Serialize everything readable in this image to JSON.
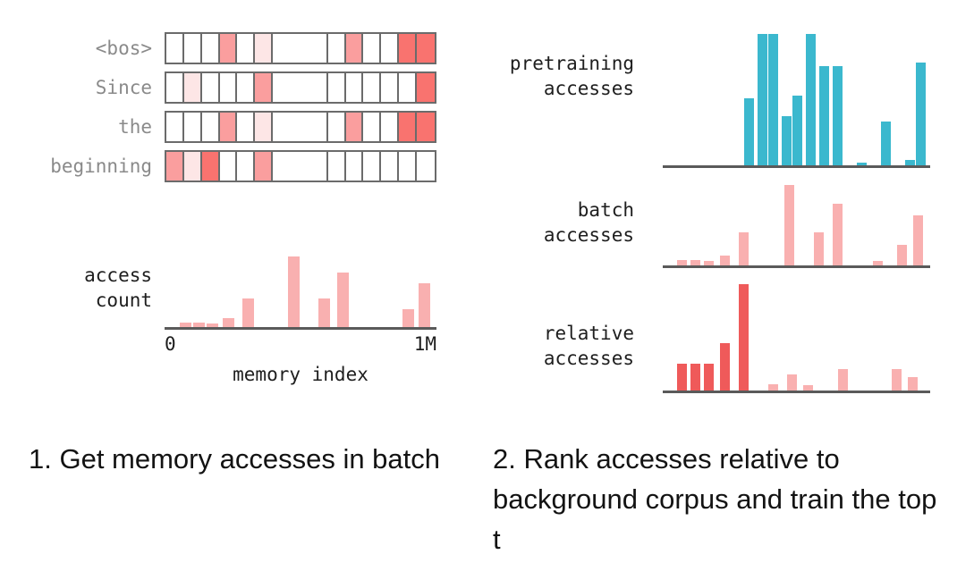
{
  "colors": {
    "cell_border": "#6b6b6b",
    "cell_empty": "#ffffff",
    "pink_light": "#fde6e6",
    "pink_mid": "#fa9e9e",
    "pink_strong": "#f9736f",
    "bar_pink": "#f9b0b0",
    "bar_red": "#ef5a5a",
    "bar_teal": "#3bb8ce",
    "axis": "#5a5a5a",
    "token_label": "#8a8a8a",
    "text": "#1e1e1e",
    "caption": "#131313"
  },
  "left_panel": {
    "token_rows": [
      {
        "label": "<bos>",
        "cells": [
          {
            "w": 1,
            "shade": "empty"
          },
          {
            "w": 1,
            "shade": "empty"
          },
          {
            "w": 1,
            "shade": "empty"
          },
          {
            "w": 1,
            "shade": "mid"
          },
          {
            "w": 1,
            "shade": "empty"
          },
          {
            "w": 1,
            "shade": "light"
          },
          {
            "w": 3.1,
            "shade": "empty"
          },
          {
            "w": 1,
            "shade": "empty"
          },
          {
            "w": 1,
            "shade": "mid"
          },
          {
            "w": 1,
            "shade": "empty"
          },
          {
            "w": 1,
            "shade": "empty"
          },
          {
            "w": 1,
            "shade": "strong"
          },
          {
            "w": 1,
            "shade": "strong"
          }
        ]
      },
      {
        "label": "Since",
        "cells": [
          {
            "w": 1,
            "shade": "empty"
          },
          {
            "w": 1,
            "shade": "light"
          },
          {
            "w": 1,
            "shade": "empty"
          },
          {
            "w": 1,
            "shade": "empty"
          },
          {
            "w": 1,
            "shade": "empty"
          },
          {
            "w": 1,
            "shade": "mid"
          },
          {
            "w": 3.1,
            "shade": "empty"
          },
          {
            "w": 1,
            "shade": "empty"
          },
          {
            "w": 1,
            "shade": "empty"
          },
          {
            "w": 1,
            "shade": "empty"
          },
          {
            "w": 1,
            "shade": "empty"
          },
          {
            "w": 1,
            "shade": "empty"
          },
          {
            "w": 1,
            "shade": "strong"
          }
        ]
      },
      {
        "label": "the",
        "cells": [
          {
            "w": 1,
            "shade": "empty"
          },
          {
            "w": 1,
            "shade": "empty"
          },
          {
            "w": 1,
            "shade": "empty"
          },
          {
            "w": 1,
            "shade": "mid"
          },
          {
            "w": 1,
            "shade": "empty"
          },
          {
            "w": 1,
            "shade": "light"
          },
          {
            "w": 3.1,
            "shade": "empty"
          },
          {
            "w": 1,
            "shade": "empty"
          },
          {
            "w": 1,
            "shade": "mid"
          },
          {
            "w": 1,
            "shade": "empty"
          },
          {
            "w": 1,
            "shade": "empty"
          },
          {
            "w": 1,
            "shade": "strong"
          },
          {
            "w": 1,
            "shade": "strong"
          }
        ]
      },
      {
        "label": "beginning",
        "cells": [
          {
            "w": 1,
            "shade": "mid"
          },
          {
            "w": 1,
            "shade": "light"
          },
          {
            "w": 1,
            "shade": "strong"
          },
          {
            "w": 1,
            "shade": "empty"
          },
          {
            "w": 1,
            "shade": "empty"
          },
          {
            "w": 1,
            "shade": "mid"
          },
          {
            "w": 3.1,
            "shade": "empty"
          },
          {
            "w": 1,
            "shade": "empty"
          },
          {
            "w": 1,
            "shade": "empty"
          },
          {
            "w": 1,
            "shade": "empty"
          },
          {
            "w": 1,
            "shade": "empty"
          },
          {
            "w": 1,
            "shade": "empty"
          },
          {
            "w": 1,
            "shade": "empty"
          }
        ]
      }
    ],
    "access_count_label_line1": "access",
    "access_count_label_line2": "count",
    "tick_left": "0",
    "tick_right": "1M",
    "axis_title": "memory index"
  },
  "right_panel": {
    "charts": [
      {
        "label_line1": "pretraining",
        "label_line2": "accesses",
        "name": "pretraining-accesses"
      },
      {
        "label_line1": "batch",
        "label_line2": "accesses",
        "name": "batch-accesses"
      },
      {
        "label_line1": "relative",
        "label_line2": "accesses",
        "name": "relative-accesses"
      }
    ]
  },
  "captions": {
    "left": "1. Get memory accesses in batch",
    "right": "2. Rank accesses relative to background corpus and train the top t"
  },
  "chart_data": [
    {
      "type": "bar",
      "name": "access-count",
      "title": "access count",
      "xlabel": "memory index",
      "ylabel": "access count",
      "xtick_labels": [
        "0",
        "1M"
      ],
      "xlim": [
        0,
        1000000
      ],
      "ylim": [
        0,
        1.0
      ],
      "grid": false,
      "legend": "none",
      "color": "#f9b0b0",
      "x": [
        0.055,
        0.105,
        0.155,
        0.215,
        0.285,
        0.455,
        0.565,
        0.635,
        0.875,
        0.935
      ],
      "values": [
        0.09,
        0.09,
        0.08,
        0.15,
        0.42,
        0.98,
        0.42,
        0.76,
        0.27,
        0.62
      ]
    },
    {
      "type": "bar",
      "name": "pretraining-accesses",
      "title": "pretraining accesses",
      "xlabel": "",
      "ylabel": "pretraining accesses",
      "grid": false,
      "legend": "none",
      "color": "#3bb8ce",
      "x": [
        0.305,
        0.355,
        0.395,
        0.445,
        0.485,
        0.535,
        0.585,
        0.635,
        0.725,
        0.815,
        0.905,
        0.945
      ],
      "values": [
        0.52,
        1.0,
        1.0,
        0.39,
        0.54,
        1.0,
        0.76,
        0.76,
        0.04,
        0.35,
        0.06,
        0.79
      ]
    },
    {
      "type": "bar",
      "name": "batch-accesses",
      "title": "batch accesses",
      "xlabel": "",
      "ylabel": "batch accesses",
      "grid": false,
      "legend": "none",
      "color": "#f9b0b0",
      "x": [
        0.055,
        0.105,
        0.155,
        0.215,
        0.285,
        0.455,
        0.565,
        0.635,
        0.785,
        0.875,
        0.935
      ],
      "values": [
        0.09,
        0.09,
        0.08,
        0.15,
        0.42,
        0.98,
        0.42,
        0.76,
        0.08,
        0.27,
        0.62
      ]
    },
    {
      "type": "bar",
      "name": "relative-accesses",
      "title": "relative accesses",
      "xlabel": "",
      "ylabel": "relative accesses",
      "grid": false,
      "legend": "none",
      "colors": [
        "#ef5a5a",
        "#ef5a5a",
        "#ef5a5a",
        "#ef5a5a",
        "#ef5a5a",
        "#f9b0b0",
        "#f9b0b0",
        "#f9b0b0",
        "#f9b0b0",
        "#f9b0b0",
        "#f9b0b0"
      ],
      "x": [
        0.055,
        0.105,
        0.155,
        0.215,
        0.285,
        0.395,
        0.465,
        0.525,
        0.655,
        0.855,
        0.915
      ],
      "values": [
        0.27,
        0.27,
        0.27,
        0.46,
        1.0,
        0.08,
        0.17,
        0.07,
        0.22,
        0.22,
        0.15
      ]
    }
  ]
}
